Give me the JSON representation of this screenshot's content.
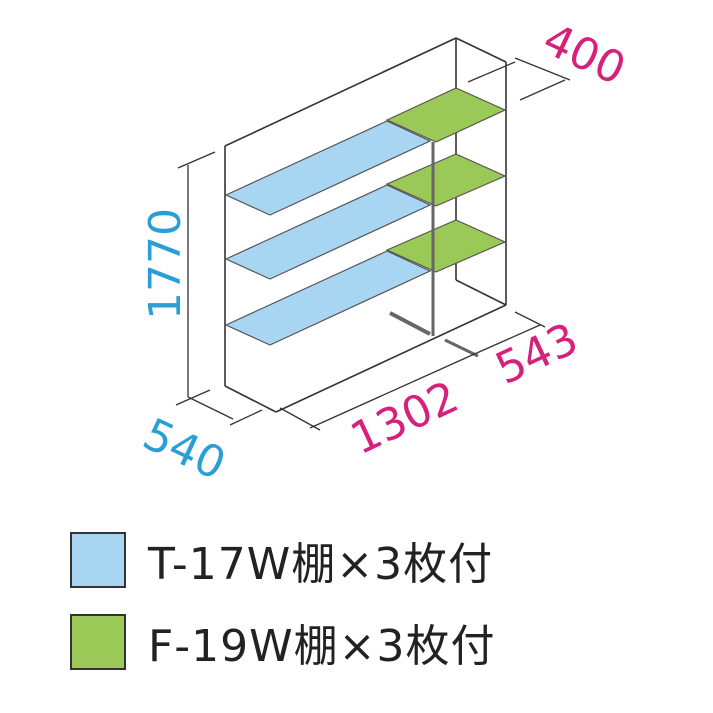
{
  "dimensions": {
    "height": "1770",
    "depth_left": "540",
    "width": "1302",
    "depth_right": "543",
    "shelf_depth": "400"
  },
  "colors": {
    "dim_blue": "#2a9fd6",
    "dim_magenta": "#d6217a",
    "shelf_blue": "#a8d6f2",
    "shelf_green": "#9bc957",
    "line": "#333333"
  },
  "legend": [
    {
      "label": "T-17W棚×3枚付",
      "color": "#a8d6f2"
    },
    {
      "label": "F-19W棚×3枚付",
      "color": "#9bc957"
    }
  ]
}
